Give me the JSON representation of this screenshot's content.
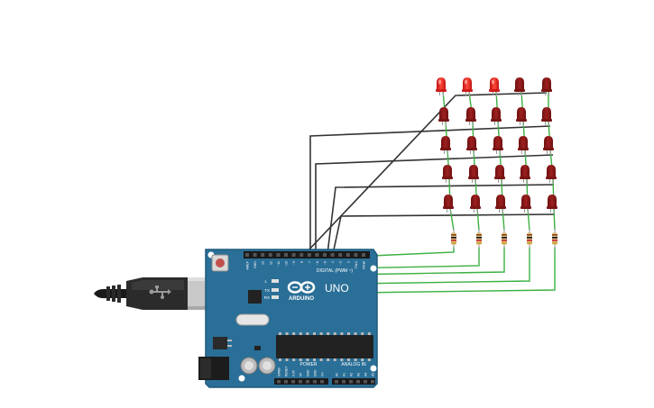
{
  "board": {
    "brand": "ARDUINO",
    "model": "UNO",
    "digital_label": "DIGITAL (PWM ~)",
    "power_label": "POWER",
    "analog_label": "ANALOG IN",
    "led_l": "L",
    "led_tx": "TX",
    "led_rx": "RX",
    "digital_pins": [
      "AREF",
      "GND",
      "13",
      "12",
      "~11",
      "~10",
      "~9",
      "8",
      "7",
      "~6",
      "~5",
      "4",
      "~3",
      "2",
      "TX▸1",
      "RX◂0"
    ],
    "power_pins": [
      "IOREF",
      "RESET",
      "3.3V",
      "5V",
      "GND",
      "GND",
      "Vin"
    ],
    "analog_pins": [
      "A0",
      "A1",
      "A2",
      "A3",
      "A4",
      "A5"
    ],
    "colors": {
      "pcb": "#2a6f97",
      "pcb_edge": "#1f5a7c",
      "header": "#1a1a1a",
      "chip": "#222222"
    }
  },
  "components": {
    "led_grid": {
      "rows": 5,
      "cols": 5,
      "color": "#8e1a1a",
      "lit_color": "#e8221e",
      "lit_row": 0,
      "lit_cols": [
        0,
        1,
        2
      ]
    },
    "resistor_count": 5,
    "wire_colors": {
      "row": "#333333",
      "column": "#3cb043"
    }
  }
}
